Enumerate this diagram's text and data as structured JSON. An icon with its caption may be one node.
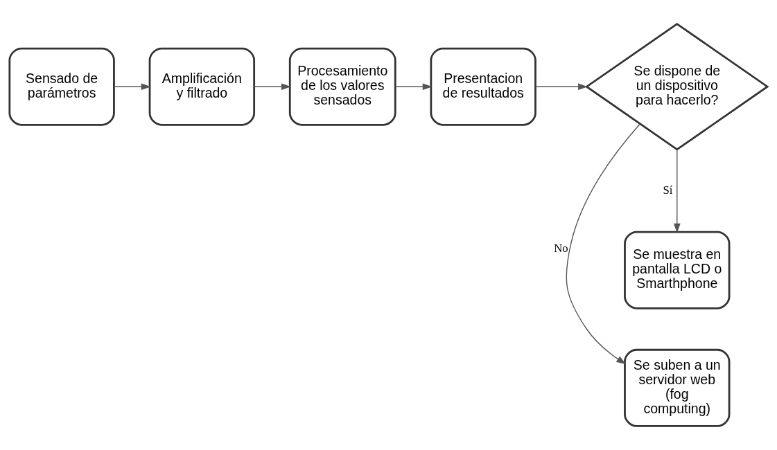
{
  "diagram": {
    "nodes": [
      {
        "text": [
          "Sensado de parámetros"
        ]
      },
      {
        "text": [
          "Amplificación y filtrado"
        ]
      },
      {
        "text": [
          "Procesamiento de los valores sensados"
        ]
      },
      {
        "text": [
          "Presentacion de resultados"
        ]
      },
      {
        "text": [
          "Se dispone de un dispositivo para hacerlo?"
        ]
      },
      {
        "text": [
          "Se suben a un servidor web (fog computing)"
        ]
      },
      {
        "text": [
          "Se muestra en pantalla LCD o Smarthphone"
        ]
      }
    ],
    "edges": [
      {
        "from": 0,
        "to": 1,
        "arrow": "to"
      },
      {
        "from": 1,
        "to": 2,
        "arrow": "to"
      },
      {
        "from": 2,
        "to": 3,
        "arrow": "to"
      },
      {
        "from": 3,
        "to": 4,
        "arrow": "to"
      },
      {
        "from": 4,
        "to": 5,
        "arrow": "to",
        "label": "No"
      },
      {
        "from": 4,
        "to": 6,
        "arrow": "to",
        "label": "Sí"
      }
    ]
  }
}
